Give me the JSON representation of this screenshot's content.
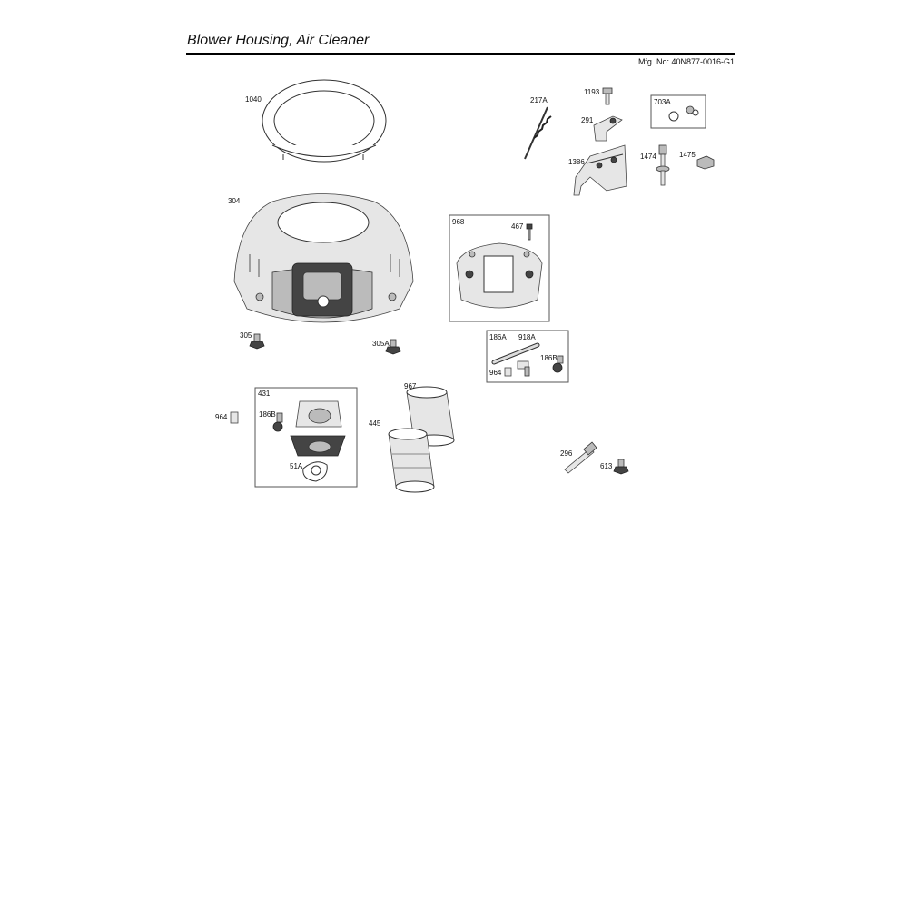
{
  "header": {
    "title": "Blower Housing, Air Cleaner",
    "mfg_number": "Mfg. No: 40N877-0016-G1"
  },
  "labels": {
    "p1040": "1040",
    "p304": "304",
    "p305": "305",
    "p305A": "305A",
    "p217A": "217A",
    "p1193": "1193",
    "p291": "291",
    "p703A": "703A",
    "p1386": "1386",
    "p1474": "1474",
    "p1475": "1475",
    "p968": "968",
    "p467": "467",
    "p186A": "186A",
    "p918A": "918A",
    "p964_kit": "964",
    "p186B_kit": "186B",
    "p431": "431",
    "p186B_cleaner": "186B",
    "p51A": "51A",
    "p964": "964",
    "p967": "967",
    "p445": "445",
    "p296": "296",
    "p613": "613"
  }
}
